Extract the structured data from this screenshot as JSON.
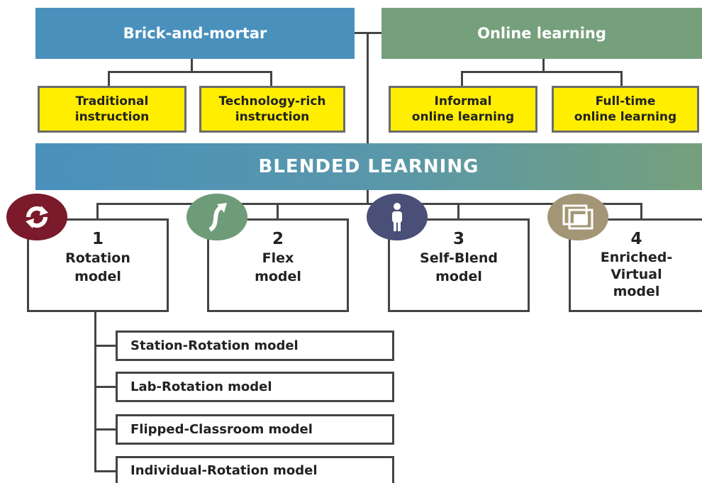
{
  "top": {
    "brick": "Brick-and-mortar",
    "online": "Online learning"
  },
  "yellow": {
    "traditional": "Traditional\ninstruction",
    "tech_rich": "Technology-rich\ninstruction",
    "informal": "Informal\nonline learning",
    "full_time": "Full-time\nonline learning"
  },
  "blended": "BLENDED LEARNING",
  "models": [
    {
      "num": "1",
      "label": "Rotation\nmodel",
      "icon": "rotation-arrows-icon",
      "icon_color": "#7a1a2a"
    },
    {
      "num": "2",
      "label": "Flex\nmodel",
      "icon": "flex-arrow-icon",
      "icon_color": "#6e9c78"
    },
    {
      "num": "3",
      "label": "Self-Blend\nmodel",
      "icon": "person-icon",
      "icon_color": "#4a4f78"
    },
    {
      "num": "4",
      "label": "Enriched-\nVirtual\nmodel",
      "icon": "screens-icon",
      "icon_color": "#a39676"
    }
  ],
  "rotation_submodels": [
    "Station-Rotation model",
    "Lab-Rotation model",
    "Flipped-Classroom model",
    "Individual-Rotation model"
  ],
  "colors": {
    "brick_blue": "#4a90bd",
    "online_green": "#76a07c",
    "yellow": "#ffee00"
  }
}
